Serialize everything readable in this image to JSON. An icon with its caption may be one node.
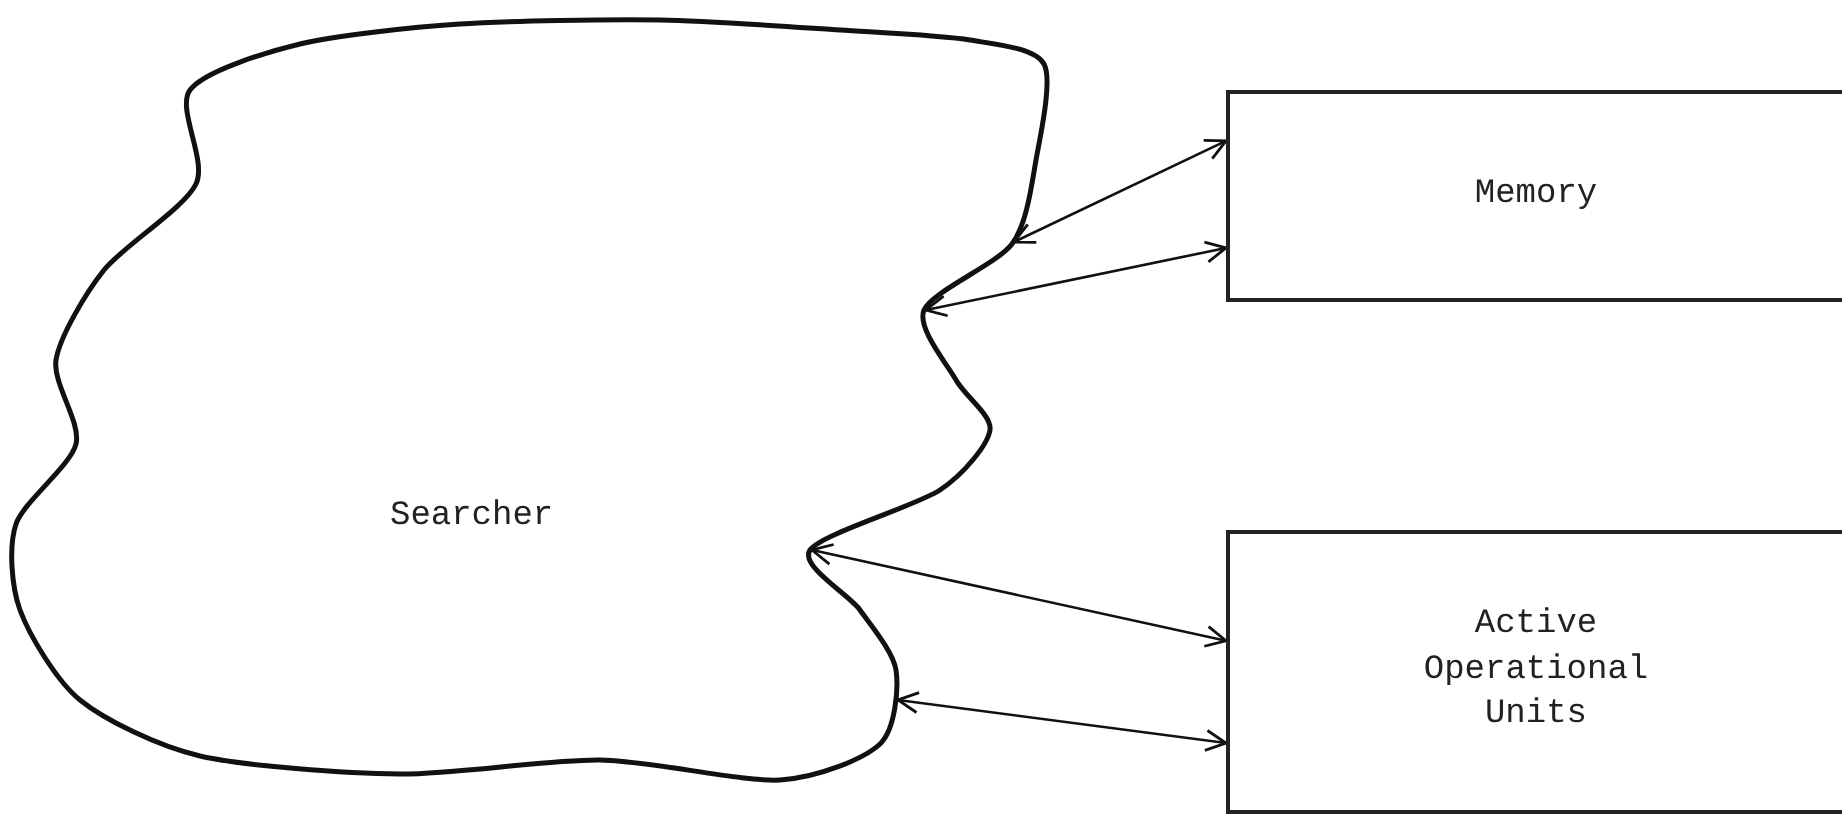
{
  "diagram": {
    "nodes": [
      {
        "text": [
          "Searcher"
        ]
      },
      {
        "text": [
          "Memory"
        ]
      },
      {
        "text": [
          "Active Operational Units"
        ]
      }
    ],
    "edges": [
      {
        "from": 0,
        "to": 1,
        "arrow": "both"
      },
      {
        "from": 0,
        "to": 1,
        "arrow": "both"
      },
      {
        "from": 0,
        "to": 2,
        "arrow": "both"
      },
      {
        "from": 0,
        "to": 2,
        "arrow": "both"
      }
    ]
  }
}
